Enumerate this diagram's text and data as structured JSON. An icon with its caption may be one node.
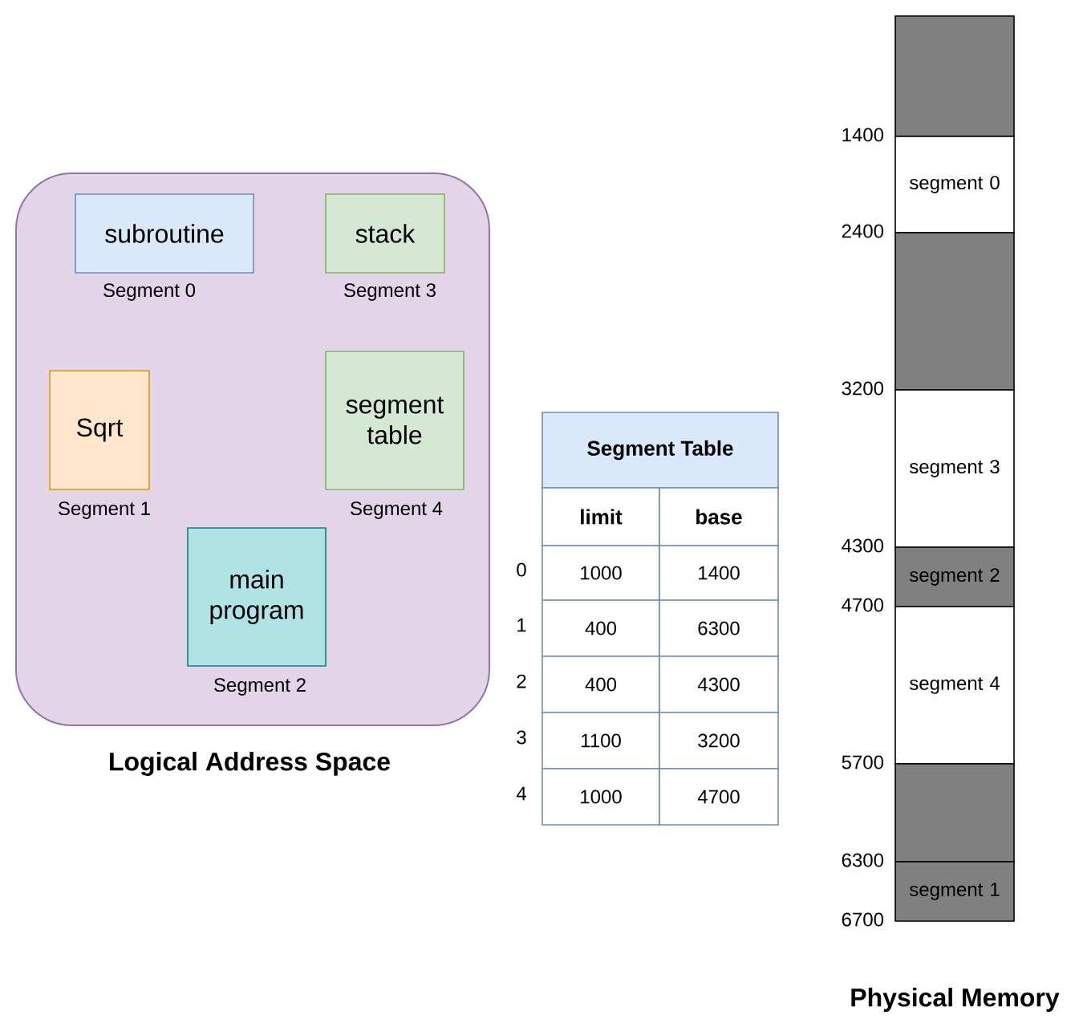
{
  "diagram": {
    "nodes": [
      {
        "text": [
          "Logical Address Space"
        ]
      },
      {
        "text": [
          "subroutine"
        ],
        "beside": [
          "Segment 0"
        ],
        "in": 0
      },
      {
        "text": [
          "stack"
        ],
        "beside": [
          "Segment 3"
        ],
        "in": 0
      },
      {
        "text": [
          "Sqrt"
        ],
        "beside": [
          "Segment 1"
        ],
        "in": 0
      },
      {
        "text": [
          "segment table"
        ],
        "beside": [
          "Segment 4"
        ],
        "in": 0
      },
      {
        "text": [
          "main program"
        ],
        "beside": [
          "Segment 2"
        ],
        "in": 0
      },
      {
        "text": [],
        "shape": "box"
      },
      {
        "text": [
          "segment 0"
        ]
      },
      {
        "text": [],
        "shape": "box"
      },
      {
        "text": [
          "segment 3"
        ]
      },
      {
        "text": [
          "segment 2"
        ]
      },
      {
        "text": [
          "segment 4"
        ]
      },
      {
        "text": [],
        "shape": "box"
      },
      {
        "text": [
          "segment 1"
        ]
      }
    ],
    "labels": [
      "Segment Table",
      "limit",
      "base",
      "0",
      "1000",
      "1400",
      "1",
      "400",
      "6300",
      "2",
      "400",
      "4300",
      "3",
      "1100",
      "3200",
      "4",
      "1000",
      "4700",
      "1400",
      "2400",
      "3200",
      "4300",
      "4700",
      "5700",
      "6300",
      "6700",
      "Physical Memory"
    ]
  }
}
